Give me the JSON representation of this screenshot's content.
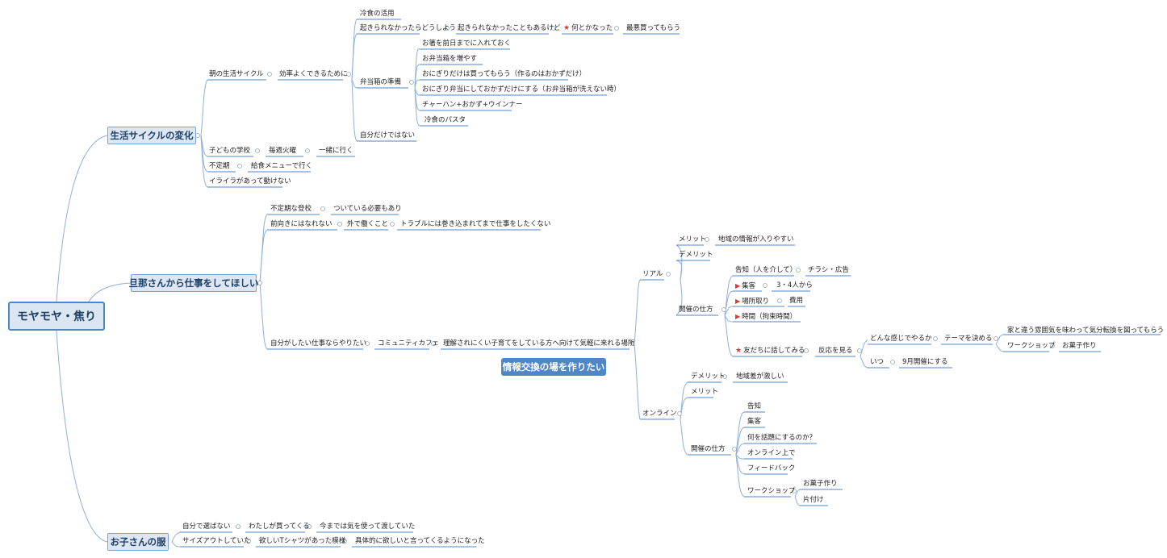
{
  "root": "モヤモヤ・焦り",
  "callout": "情報交換の場を作りたい",
  "b1": {
    "title": "生活サイクルの変化",
    "morning": "朝の生活サイクル",
    "efficient": "効率よくできるために",
    "frozen": "冷食の活用",
    "cant_wake": "起きられなかったらどうしよう",
    "sometimes": "起きられなかったこともあるけど",
    "managed": "何とかなった",
    "worst": "最悪買ってもらう",
    "lunchbox": "弁当箱の準備",
    "lb_items": [
      "お箸を前日までに入れておく",
      "お弁当箱を増やす",
      "おにぎりだけは買ってもらう（作るのはおかずだけ）",
      "おにぎり弁当にしておかずだけにする（お弁当箱が洗えない時）",
      "チャーハン+おかず+ウインナー",
      "冷食のパスタ"
    ],
    "not_only": "自分だけではない",
    "school": "子どもの学校",
    "tuesday": "毎週火曜",
    "together": "一緒に行く",
    "irregular": "不定期",
    "lunchmenu": "給食メニューで行く",
    "irritated": "イライラがあって動けない"
  },
  "b2": {
    "title": "旦那さんから仕事をしてほしい",
    "irregular_school": "不定期な登校",
    "must_attend": "ついている必要もあり",
    "not_positive": "前向きにはなれない",
    "outside": "外で働くこと",
    "trouble": "トラブルには巻き込まれてまで仕事をしたくない",
    "want_work": "自分がしたい仕事ならやりたい",
    "cafe": "コミュニティカフェ",
    "place": "理解されにくい子育てをしている方へ向けて気軽に来れる場所",
    "real": {
      "label": "リアル",
      "merit": "メリット",
      "merit_v": "地域の情報が入りやすい",
      "demerit": "デメリット",
      "howto": "開催の仕方",
      "notice": "告知（人を介して）",
      "flyer": "チラシ・広告",
      "gather": "集客",
      "people": "3・4人から",
      "venue": "場所取り",
      "cost": "費用",
      "time": "時間（拘束時間）",
      "friends": "友だちに話してみる",
      "reaction": "反応を見る",
      "feeling": "どんな感じでやるか",
      "theme": "テーマを決める",
      "atmos": "家と違う雰囲気を味わって気分転換を図ってもらう",
      "workshop": "ワークショップ",
      "sweets": "お菓子作り",
      "when": "いつ",
      "sept": "9月開催にする"
    },
    "online": {
      "label": "オンライン",
      "demerit": "デメリット",
      "demerit_v": "地域差が激しい",
      "merit": "メリット",
      "howto": "開催の仕方",
      "items": [
        "告知",
        "集客",
        "何を話題にするのか？",
        "オンライン上で",
        "フィードバック"
      ],
      "workshop": "ワークショップ",
      "ws_items": [
        "お菓子作り",
        "片付け"
      ]
    }
  },
  "b3": {
    "title": "お子さんの服",
    "cant_choose": "自分で選ばない",
    "i_buy": "わたしが買ってくる",
    "until_now": "今までは気を使って渡していた",
    "size_out": "サイズアウトしていた",
    "shirt": "欲しいTシャツがあった模様",
    "specific": "具体的に欲しいと言ってくるようになった"
  }
}
